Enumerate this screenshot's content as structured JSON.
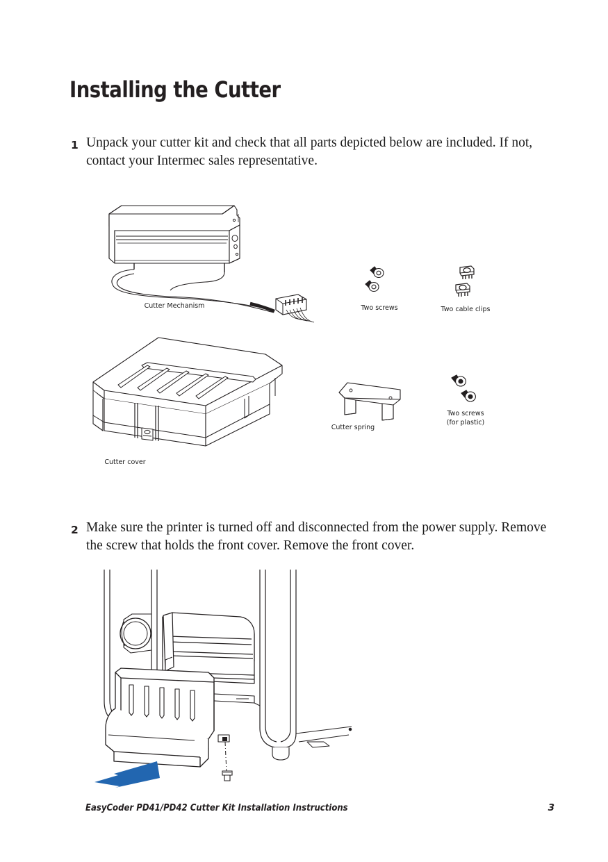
{
  "document": {
    "title": "Installing the Cutter",
    "footer_title": "EasyCoder PD41/PD42 Cutter Kit Installation Instructions",
    "page_number": "3"
  },
  "steps": [
    {
      "number": "1",
      "text": "Unpack your cutter kit and check that all parts depicted below are included. If not, contact your Intermec sales representative."
    },
    {
      "number": "2",
      "text": "Make sure the printer is turned off and disconnected from the power supply. Remove the screw that holds the front cover. Remove the front cover."
    }
  ],
  "figures": {
    "parts": {
      "labels": {
        "cutter_mechanism": "Cutter Mechanism",
        "two_screws": "Two screws",
        "two_cable_clips": "Two cable clips",
        "cutter_cover": "Cutter cover",
        "cutter_spring": "Cutter spring",
        "two_screws_plastic": "Two screws\n(for plastic)"
      }
    },
    "printer": {
      "arrow_color": "#2266b0"
    }
  },
  "colors": {
    "ink": "#231f20",
    "body_text": "#1a1a1a",
    "line_art": "#231f20",
    "accent_arrow": "#2266b0",
    "page_background": "#ffffff"
  }
}
